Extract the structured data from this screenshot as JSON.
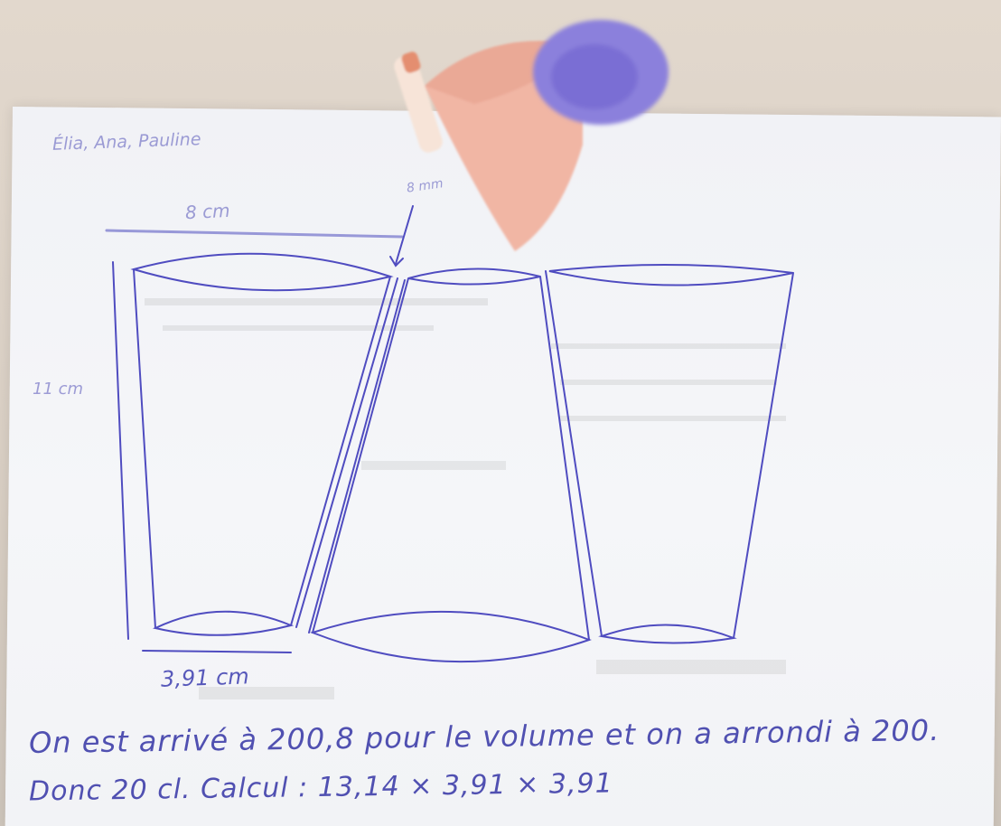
{
  "drawing": {
    "names": "Élia, Ana, Pauline",
    "top_length_label": "8 cm",
    "gap_label": "8 mm",
    "height_label": "11 cm",
    "bottom_length_label": "3,91 cm"
  },
  "notes": {
    "line1": "On est arrivé à 200,8 pour le volume et on a arrondi à 200.",
    "line2": "Donc 20 cl. Calcul : 13,14 × 3,91 × 3,91"
  },
  "colors": {
    "ink": "#4a47b8",
    "paper": "#f3f4f7",
    "desk": "#dbd1c6",
    "cup_pink": "#f2b7a6",
    "disc_purple": "#8a7fdc"
  }
}
